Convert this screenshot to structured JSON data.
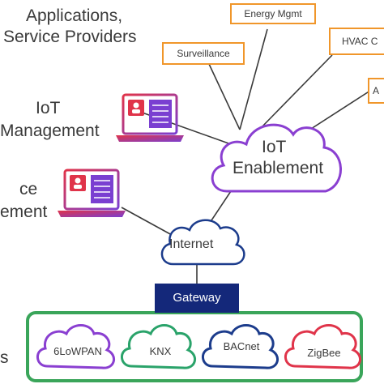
{
  "providers": {
    "title_line1": "Applications,",
    "title_line2": "Service Providers",
    "services": [
      "Energy Mgmt",
      "Surveillance",
      "HVAC C",
      "A"
    ]
  },
  "iot_management": {
    "line1": "IoT",
    "line2": "Management"
  },
  "device_management": {
    "line1": "ce",
    "line2": "ement"
  },
  "iot_enablement": {
    "line1": "IoT",
    "line2": "Enablement"
  },
  "internet": {
    "label": "Internet"
  },
  "gateway": {
    "label": "Gateway"
  },
  "networks": {
    "label_left": "s",
    "items": [
      "6LoWPAN",
      "KNX",
      "BACnet",
      "ZigBee"
    ]
  },
  "colors": {
    "orange": "#f0962a",
    "navy": "#14287a",
    "green": "#3aa55a",
    "purple_cloud": "#8a3fd1",
    "teal_cloud": "#2aa36a",
    "blue_cloud": "#1c3c8c",
    "red_cloud": "#e0344a"
  },
  "icons": [
    "laptop-dashboard-icon",
    "cloud-icon"
  ]
}
